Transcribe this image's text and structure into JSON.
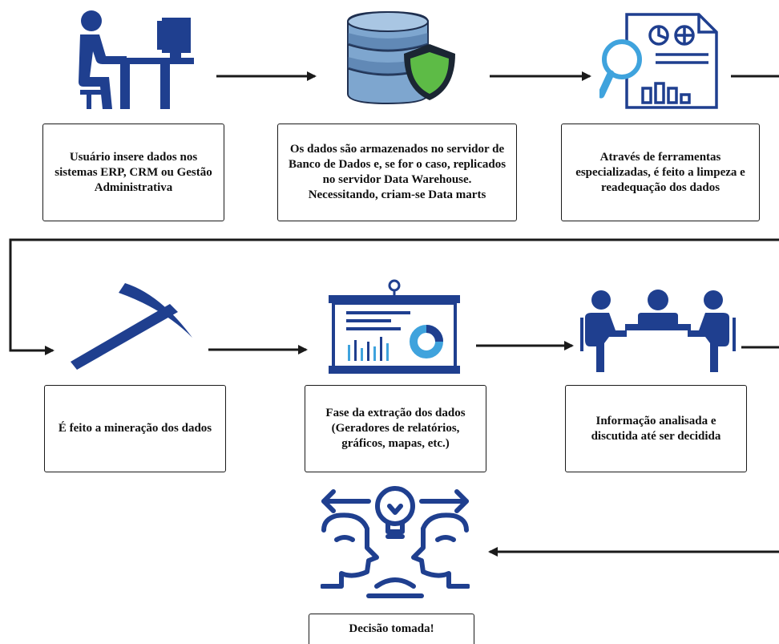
{
  "steps": [
    {
      "id": "step1",
      "text": "Usuário insere dados nos sistemas ERP, CRM ou Gestão Administrativa",
      "icon": "user-at-computer-icon"
    },
    {
      "id": "step2",
      "text": "Os dados são armazenados no servidor de Banco de Dados e, se for o caso, replicados no servidor Data Warehouse. Necessitando, criam-se Data marts",
      "icon": "secure-database-icon"
    },
    {
      "id": "step3",
      "text": "Através de ferramentas especializadas, é feito a limpeza e readequação dos dados",
      "icon": "report-magnifier-icon"
    },
    {
      "id": "step4",
      "text": "É feito a mineração dos dados",
      "icon": "pickaxe-icon"
    },
    {
      "id": "step5",
      "text": "Fase da extração dos dados (Geradores de relatórios, gráficos, mapas, etc.)",
      "icon": "presentation-board-icon"
    },
    {
      "id": "step6",
      "text": "Informação analisada e discutida até ser decidida",
      "icon": "meeting-icon"
    },
    {
      "id": "step7",
      "text": "Decisão tomada!",
      "icon": "decision-lightbulb-icon"
    }
  ],
  "colors": {
    "icon_blue": "#1f3f8f",
    "db_light": "#7ea6cf",
    "db_dark": "#3e6796",
    "shield_green": "#5dbb46",
    "chart_light": "#3fa3dd",
    "line": "#1a1a1a"
  }
}
